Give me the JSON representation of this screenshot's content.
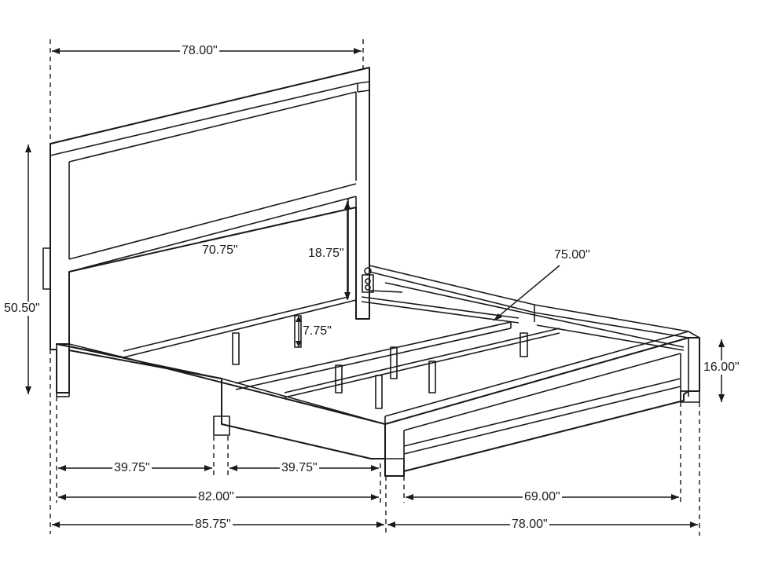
{
  "dimensions": {
    "headboard_width": "78.00\"",
    "overall_height": "50.50\"",
    "panel_width": "70.75\"",
    "panel_height": "18.75\"",
    "slat_length": "75.00\"",
    "leg_height": "7.75\"",
    "footboard_height": "16.00\"",
    "half_width_left": "39.75\"",
    "half_width_right": "39.75\"",
    "inner_length": "82.00\"",
    "overall_length": "85.75\"",
    "side_rail_length": "69.00\"",
    "overall_width": "78.00\""
  }
}
